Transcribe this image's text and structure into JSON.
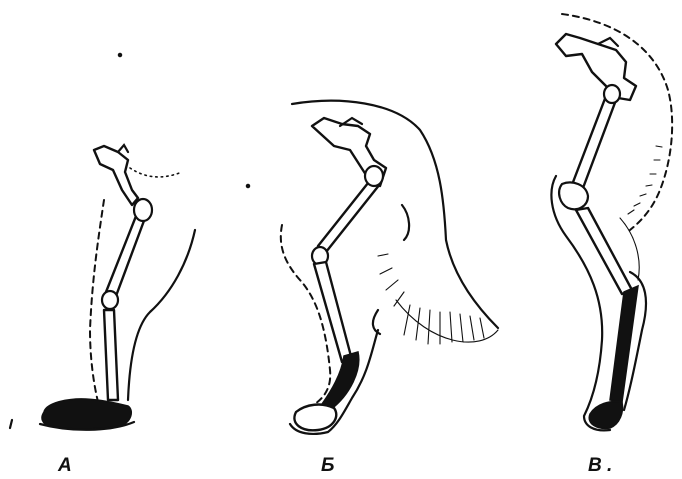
{
  "figure": {
    "labels": {
      "a": "А",
      "b": "Б",
      "c": "В ."
    }
  }
}
